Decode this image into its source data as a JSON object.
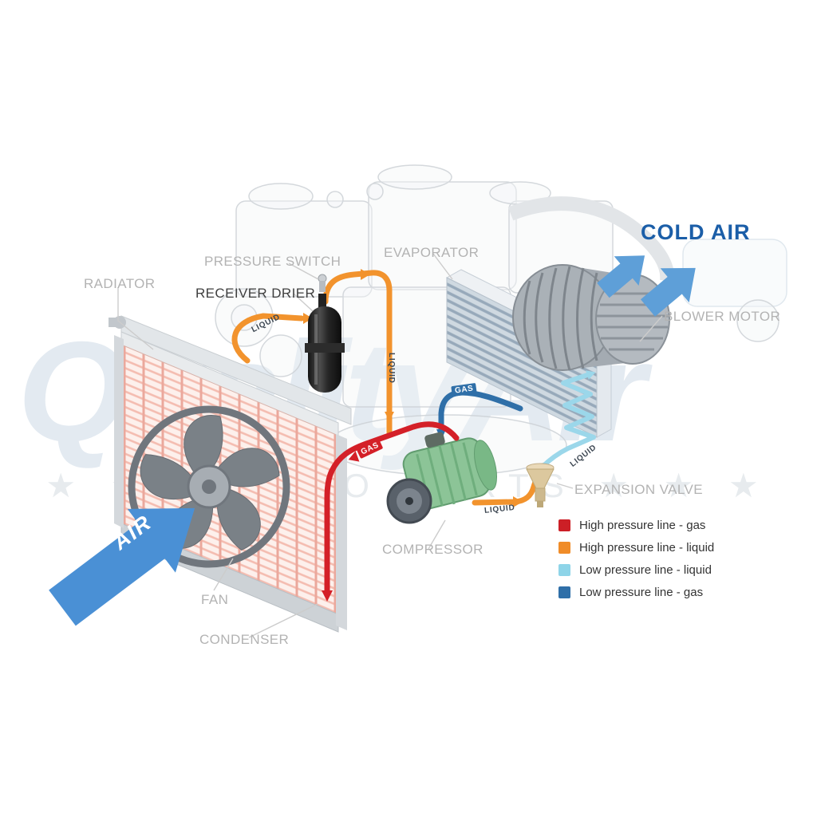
{
  "watermark": {
    "brand": "QualityAir",
    "tagline": "★ ★ ★   AUTO PARTS   ★ ★ ★"
  },
  "labels": {
    "radiator": "RADIATOR",
    "pressure_switch": "PRESSURE SWITCH",
    "receiver_drier": "RECEIVER DRIER",
    "evaporator": "EVAPORATOR",
    "blower_motor": "BLOWER MOTOR",
    "expansion_valve": "EXPANSION VALVE",
    "compressor": "COMPRESSOR",
    "fan": "FAN",
    "condenser": "CONDENSER",
    "cold_air": "COLD AIR",
    "air": "AIR"
  },
  "flow": {
    "condenser_to_drier": "LIQUID",
    "drier_out": "LIQUID",
    "to_expansion_valve": "LIQUID",
    "valve_to_evaporator": "LIQUID",
    "compressor_to_condenser": "GAS",
    "evaporator_to_compressor": "GAS"
  },
  "legend": {
    "items": [
      {
        "color": "#cc1f26",
        "label": "High pressure line - gas"
      },
      {
        "color": "#f08c28",
        "label": "High pressure line - liquid"
      },
      {
        "color": "#8ed4e8",
        "label": "Low pressure line - liquid"
      },
      {
        "color": "#2f6fa8",
        "label": "Low pressure line -  gas"
      }
    ]
  },
  "colors": {
    "high_gas": "#d42028",
    "high_liquid": "#f2932d",
    "low_gas": "#2f6fa8",
    "low_liquid": "#9bd7ea",
    "cold_air_text": "#1b5ea8",
    "air_arrow": "#4a90d5"
  }
}
